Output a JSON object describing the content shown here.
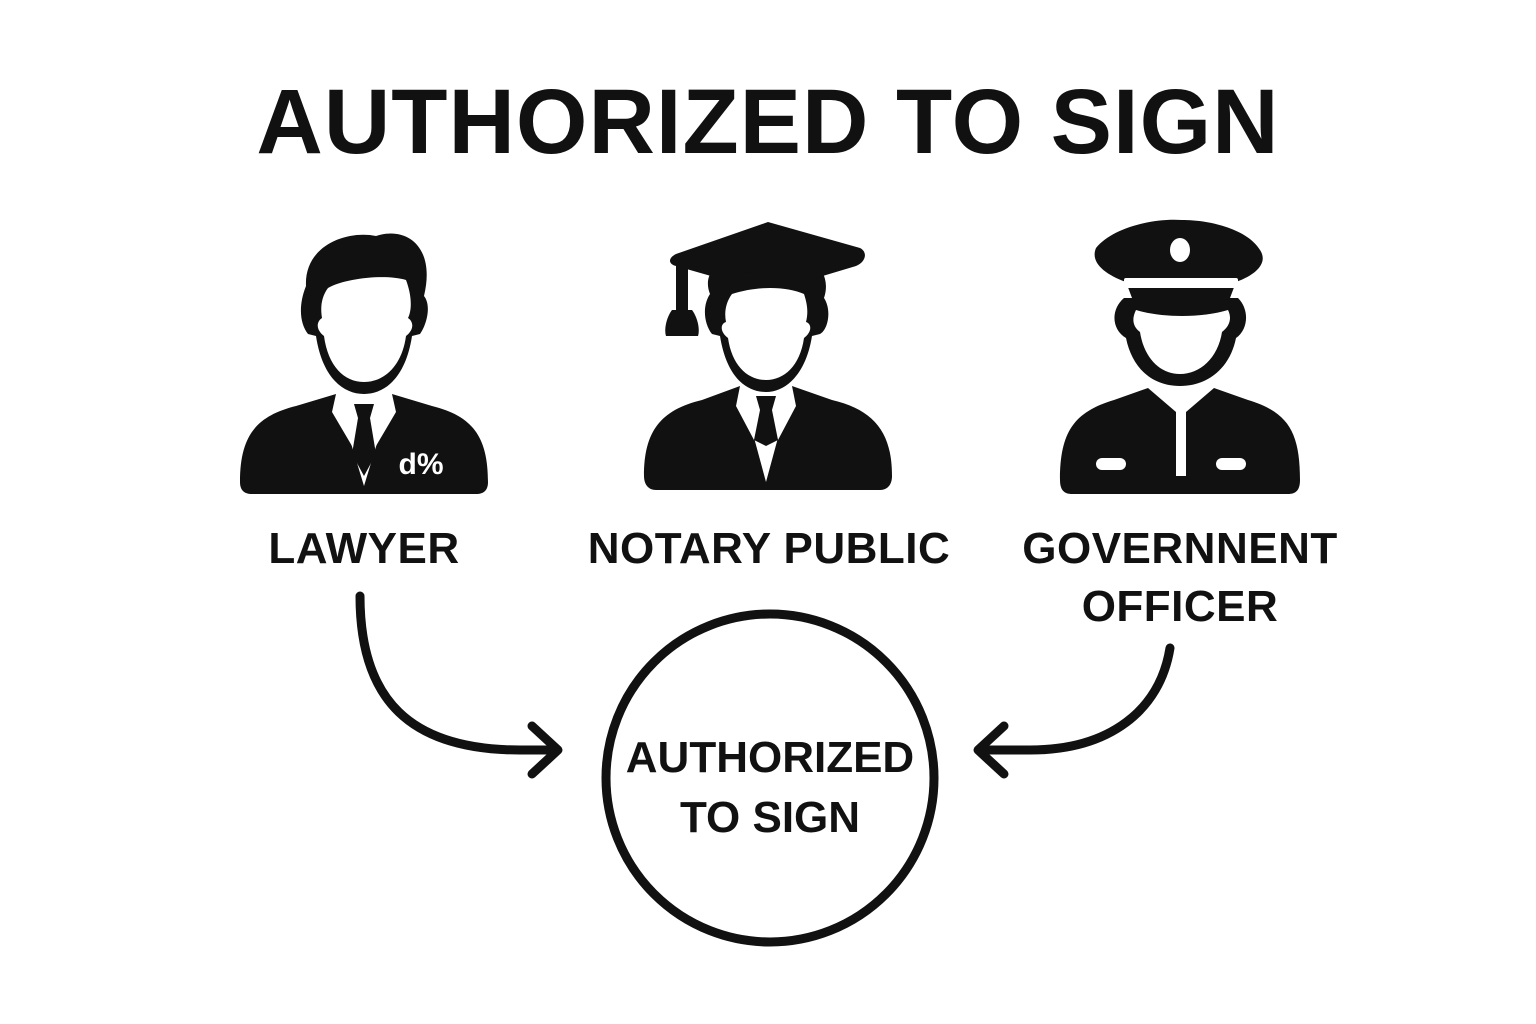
{
  "title": "AUTHORIZED TO SIGN",
  "roles": [
    {
      "label": "LAWYER",
      "icon": "lawyer-icon",
      "badge_text": "d%"
    },
    {
      "label": "NOTARY PUBLIC",
      "icon": "graduate-cap-person-icon"
    },
    {
      "label_line1": "GOVERNNENT",
      "label_line2": "OFFICER",
      "icon": "police-officer-icon"
    }
  ],
  "center": {
    "line1": "AUTHORIZED",
    "line2": "TO SIGN",
    "shape": "circle"
  },
  "arrows": [
    {
      "from": "LAWYER",
      "to": "AUTHORIZED TO SIGN"
    },
    {
      "from": "GOVERNNENT OFFICER",
      "to": "AUTHORIZED TO SIGN"
    }
  ],
  "colors": {
    "foreground": "#111111",
    "background": "#ffffff"
  }
}
